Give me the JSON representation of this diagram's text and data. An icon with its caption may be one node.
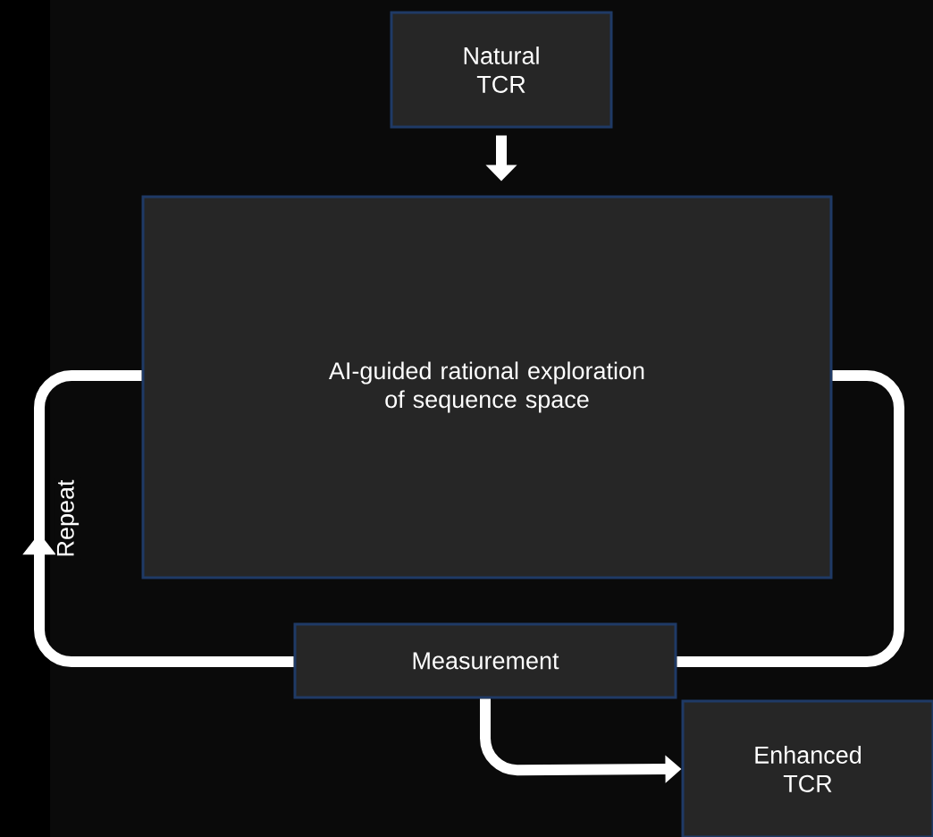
{
  "diagram": {
    "nodes": [
      {
        "text": [
          "Natural TCR"
        ]
      },
      {
        "text": [
          "AI-guided rational exploration of sequence space"
        ]
      },
      {
        "text": [
          "Measurement"
        ]
      },
      {
        "text": [
          "Enhanced TCR"
        ]
      }
    ],
    "edges": [
      {
        "from": 0,
        "to": 1,
        "arrow": "to"
      },
      {
        "from": 1,
        "to": 2,
        "arrow": "none"
      },
      {
        "from": 2,
        "to": 1,
        "arrow": "to",
        "label": "Repeat"
      },
      {
        "from": 2,
        "to": 3,
        "arrow": "to"
      }
    ]
  }
}
